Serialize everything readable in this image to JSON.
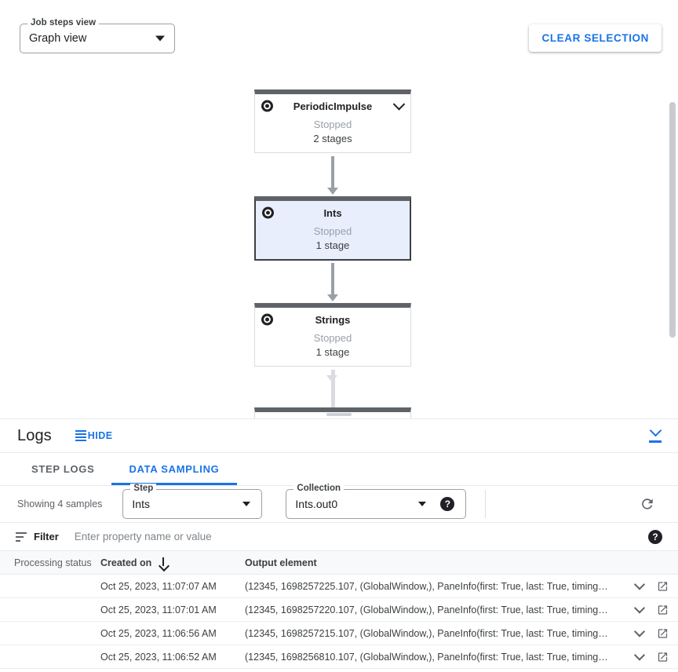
{
  "graph_toolbar": {
    "view_select": {
      "label": "Job steps view",
      "value": "Graph view"
    },
    "clear_selection_label": "CLEAR SELECTION"
  },
  "graph": {
    "nodes": [
      {
        "name": "PeriodicImpulse",
        "status": "Stopped",
        "stages": "2 stages",
        "selected": false,
        "has_chevron": true
      },
      {
        "name": "Ints",
        "status": "Stopped",
        "stages": "1 stage",
        "selected": true,
        "has_chevron": false
      },
      {
        "name": "Strings",
        "status": "Stopped",
        "stages": "1 stage",
        "selected": false,
        "has_chevron": false
      }
    ]
  },
  "logs": {
    "title": "Logs",
    "hide_label": "HIDE",
    "tabs": [
      {
        "label": "STEP LOGS",
        "active": false
      },
      {
        "label": "DATA SAMPLING",
        "active": true
      }
    ]
  },
  "sampling": {
    "showing_text": "Showing 4 samples",
    "step_field": {
      "label": "Step",
      "value": "Ints"
    },
    "collection_field": {
      "label": "Collection",
      "value": "Ints.out0"
    },
    "help_glyph": "?",
    "refresh_icon": "refresh-icon"
  },
  "filter": {
    "label": "Filter",
    "placeholder": "Enter property name or value",
    "value": "",
    "help_glyph": "?"
  },
  "table": {
    "columns": [
      "Processing status",
      "Created on",
      "Output element"
    ],
    "sort_column": "Created on",
    "sort_direction": "descending",
    "rows": [
      {
        "status": "",
        "created_on": "Oct 25, 2023, 11:07:07 AM",
        "output_element": "(12345, 1698257225.107, (GlobalWindow,), PaneInfo(first: True, last: True, timing…"
      },
      {
        "status": "",
        "created_on": "Oct 25, 2023, 11:07:01 AM",
        "output_element": "(12345, 1698257220.107, (GlobalWindow,), PaneInfo(first: True, last: True, timing…"
      },
      {
        "status": "",
        "created_on": "Oct 25, 2023, 11:06:56 AM",
        "output_element": "(12345, 1698257215.107, (GlobalWindow,), PaneInfo(first: True, last: True, timing…"
      },
      {
        "status": "",
        "created_on": "Oct 25, 2023, 11:06:52 AM",
        "output_element": "(12345, 1698256810.107, (GlobalWindow,), PaneInfo(first: True, last: True, timing…"
      }
    ]
  },
  "colors": {
    "accent": "#1a73e8",
    "selected_node_bg": "#e8eefc",
    "node_header": "#5f6368",
    "muted_text": "#5f6368"
  }
}
